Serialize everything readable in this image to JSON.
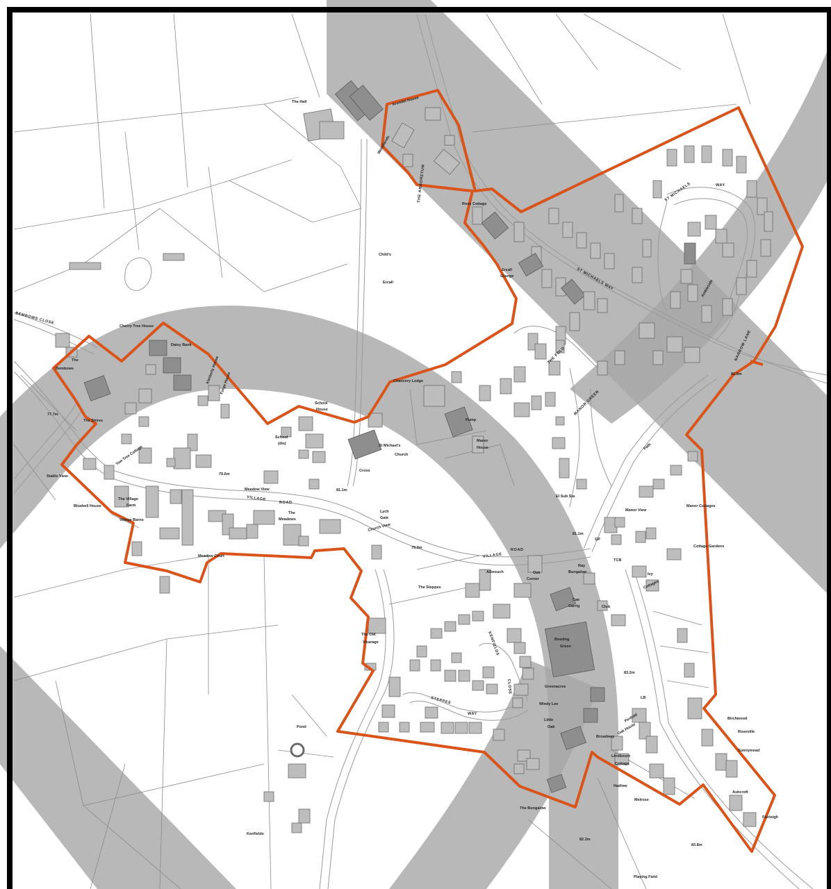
{
  "colors": {
    "boundary": "#d9541a",
    "band": "#a6a6a6",
    "building": "#bdbdbd",
    "building_dark": "#8e8e8e",
    "frame": "#000000"
  },
  "places": {
    "the_hall": "The Hall",
    "arundel_house": "Arundel House",
    "the_woodlands": "Woodlands",
    "the_arboretum": "THE ARBORETUM",
    "rose_cottage": "Rose Cottage",
    "childs": "Child's",
    "ercall": "Ercall",
    "ercall_grange_1": "Ercall",
    "ercall_grange_2": "Grange",
    "cherry_tree_house": "Cherry Tree House",
    "daisy_bank": "Daisy Bank",
    "the_bembows_1": "The",
    "the_bembows_2": "Bembows",
    "kimberly_house": "Kimberly House",
    "forge_house": "Forge House",
    "the_shires": "The Shires",
    "chancery_lodge": "Chancery Lodge",
    "school_house_1": "School",
    "school_house_2": "House",
    "school_dis_1": "School",
    "school_dis_2": "(dis)",
    "yew_tree_cottage": "Yew Tree Cottage",
    "stable_view": "Stable View",
    "bluebell_house": "Bluebell House",
    "village_farm_1": "The Village",
    "village_farm_2": "Farm",
    "village_barns": "Village Barns",
    "meadow_view": "Meadow View",
    "the_meadows_1": "The",
    "the_meadows_2": "Meadows",
    "meadow_court": "Meadow Court",
    "st_michaels_church_1": "St Michael's",
    "st_michaels_church_2": "Church",
    "cross": "Cross",
    "lych_gate_1": "Lych",
    "lych_gate_2": "Gate",
    "church_view": "Church View",
    "pump": "Pump",
    "manor_house_1": "Manor",
    "manor_house_2": "House",
    "el_sub_sta": "El Sub Sta",
    "manor_cottages": "Manor Cottages",
    "manor_view": "Manor View",
    "cottage_gardens": "Cottage Gardens",
    "gp": "GP",
    "tcb": "TCB",
    "ivy_cottages_1": "Ivy",
    "ivy_cottages_2": "Cottages",
    "albesuch": "Albesuch",
    "oak_corner_1": "Oak",
    "oak_corner_2": "Corner",
    "ray_bungalow_1": "Ray",
    "ray_bungalow_2": "Bungalow",
    "the_steppes": "The Steppes",
    "cae_carrig_1": "Cae",
    "cae_carrig_2": "Carrig",
    "club": "Club",
    "bowling_green_1": "Bowling",
    "bowling_green_2": "Green",
    "the_old_vicarage_1": "The Old",
    "the_old_vicarage_2": "Vicarage",
    "greenacres": "Greenacres",
    "windy_lee": "Windy Lee",
    "little_oak_1": "Little",
    "little_oak_2": "Oak",
    "broadway": "Broadway",
    "lindbourn_cottage_1": "Lindbourn",
    "lindbourn_cottage_2": "Cottage",
    "hadlow": "Hadlow",
    "melrose": "Melrose",
    "the_bungalow": "The Bungalow",
    "pond": "Pond",
    "kenfields": "Kenfields",
    "birchwood": "Birchwood",
    "roseville": "Roseville",
    "sunnymead": "Sunnymead",
    "ashcroft": "Ashcroft",
    "fairleigh": "Fairleigh",
    "playing_field": "Playing Field",
    "path": "Path",
    "lb": "LB",
    "oak_house": "Oak House",
    "penfold": "Penfold"
  },
  "roads": {
    "bembows_close": "BEMBOWS CLOSE",
    "village_road_1": "VILLAGE",
    "village_road_2": "ROAD",
    "village_road_3": "VILLAGE",
    "village_road_4": "ROAD",
    "st_michaels_way": "ST MICHAELS WAY",
    "st_michaels_1": "ST MICHAELS",
    "st_michaels_2": "WAY",
    "narrow_lane": "NARROW LANE",
    "the_fold": "THE FOLD",
    "manor_green": "MANOR GREEN",
    "steppes_way_1": "STEPPES",
    "steppes_way_2": "WAY",
    "kenfields_road": "KENFIELDS",
    "close_road": "CLOSE",
    "ambleside": "Ambleside"
  },
  "levels": {
    "l1": "77.7m",
    "l2": "79.6m",
    "l3": "81.1m",
    "l4": "79.9m",
    "l5": "81.1m",
    "l6": "82.9m",
    "l7": "83.2m",
    "l8": "82.3m",
    "l9": "83.8m"
  }
}
